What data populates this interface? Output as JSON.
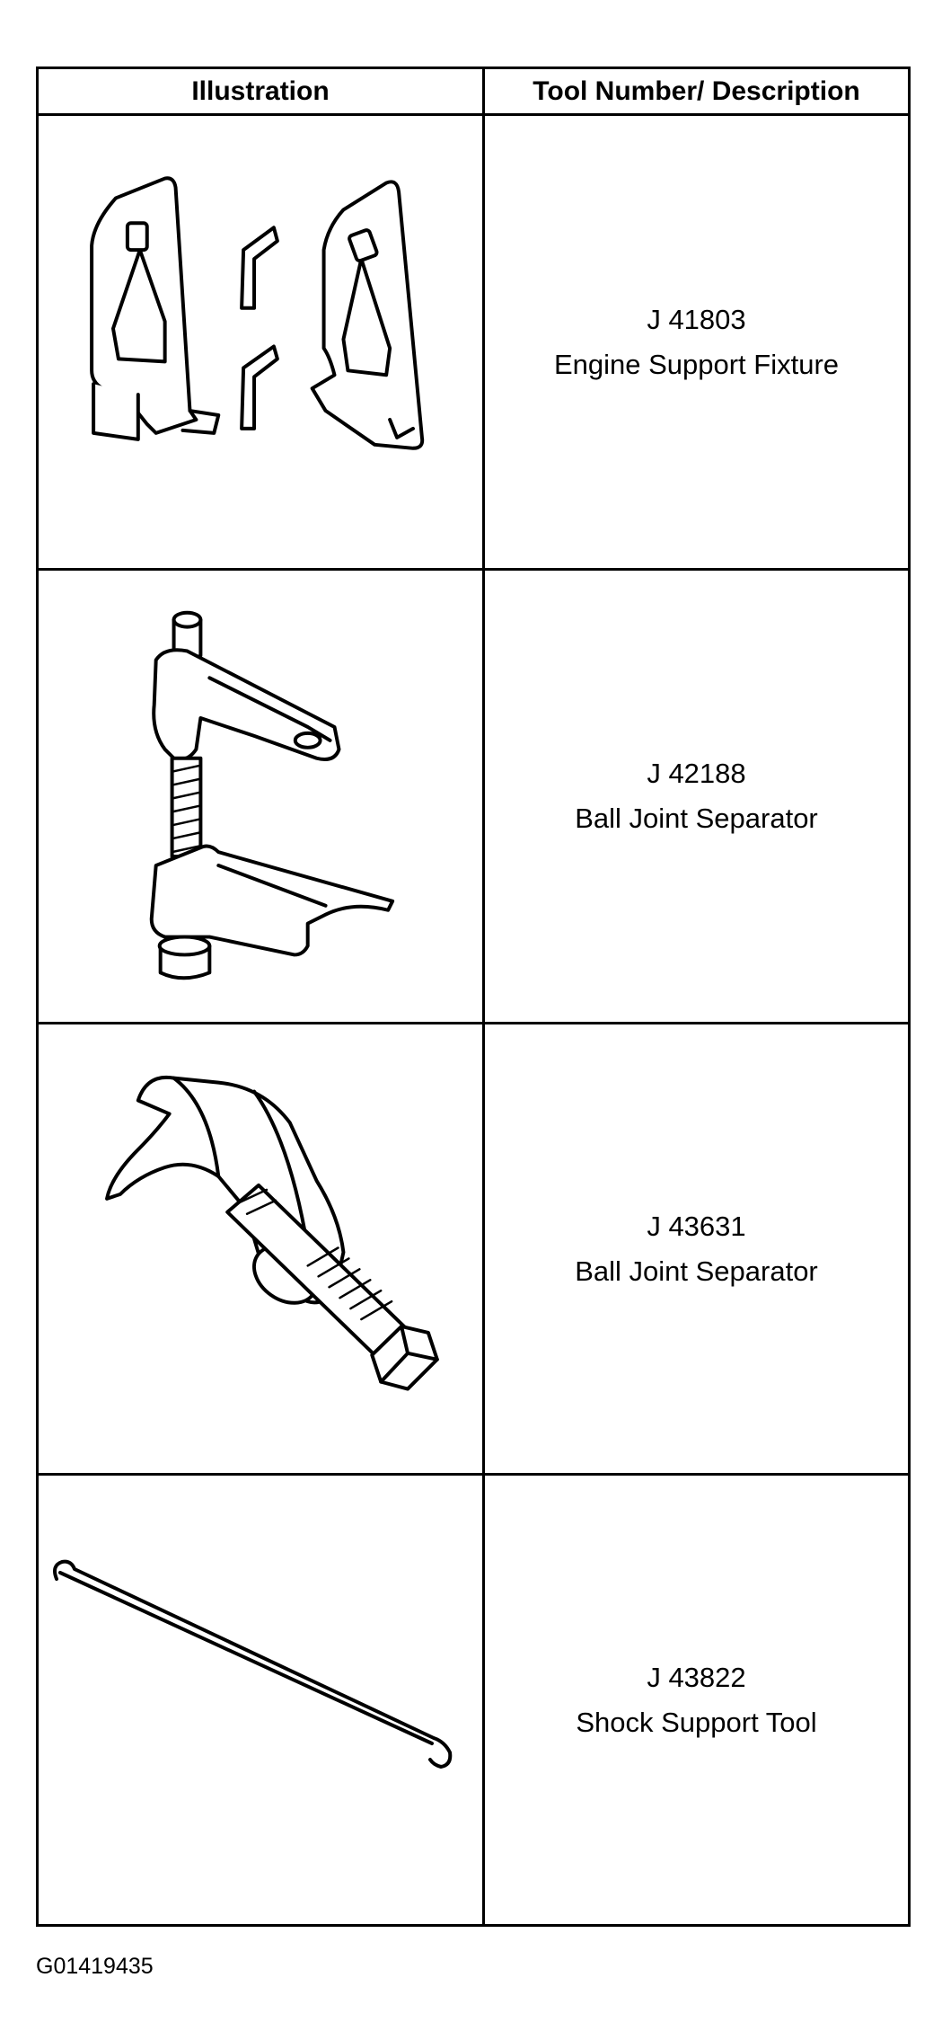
{
  "table": {
    "headers": {
      "illustration": "Illustration",
      "tool": "Tool Number/ Description"
    },
    "rows": [
      {
        "number": "J 41803",
        "description": "Engine Support Fixture",
        "icon": "engine-support-fixture-icon"
      },
      {
        "number": "J 42188",
        "description": "Ball Joint Separator",
        "icon": "ball-joint-separator-icon"
      },
      {
        "number": "J 43631",
        "description": "Ball Joint Separator",
        "icon": "ball-joint-separator-icon"
      },
      {
        "number": "J 43822",
        "description": "Shock Support Tool",
        "icon": "shock-support-tool-icon"
      }
    ]
  },
  "caption": "G01419435"
}
